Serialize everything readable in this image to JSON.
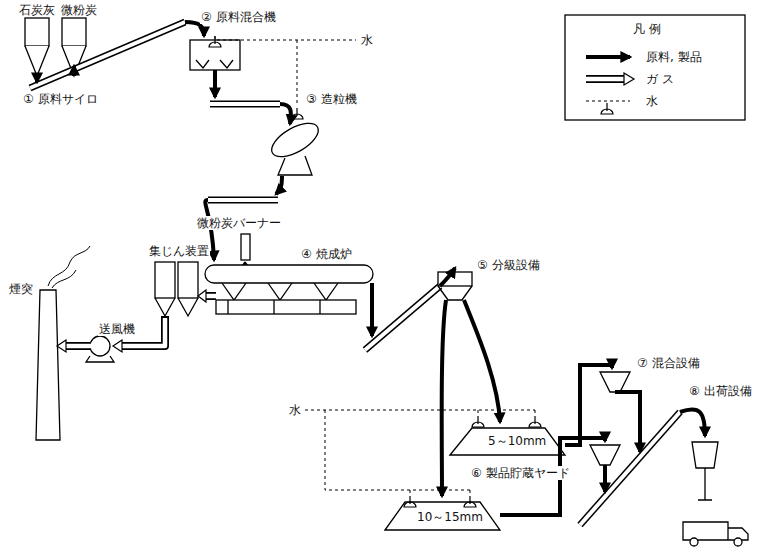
{
  "diagram": {
    "labels": [
      "石炭灰",
      "微粉炭",
      "① 原料サイロ",
      "② 原料混合機",
      "水",
      "③ 造粒機",
      "微粉炭バーナー",
      "④ 焼成炉",
      "集じん装置",
      "煙突",
      "送風機",
      "⑤ 分級設備",
      "水",
      "5～10mm",
      "⑥ 製品貯蔵ヤード",
      "10～15mm",
      "⑦ 混合設備",
      "⑧ 出荷設備",
      "凡 例"
    ],
    "legend": [
      {
        "text": "原料, 製品"
      },
      {
        "text": "ガ ス"
      },
      {
        "text": "水"
      }
    ]
  }
}
